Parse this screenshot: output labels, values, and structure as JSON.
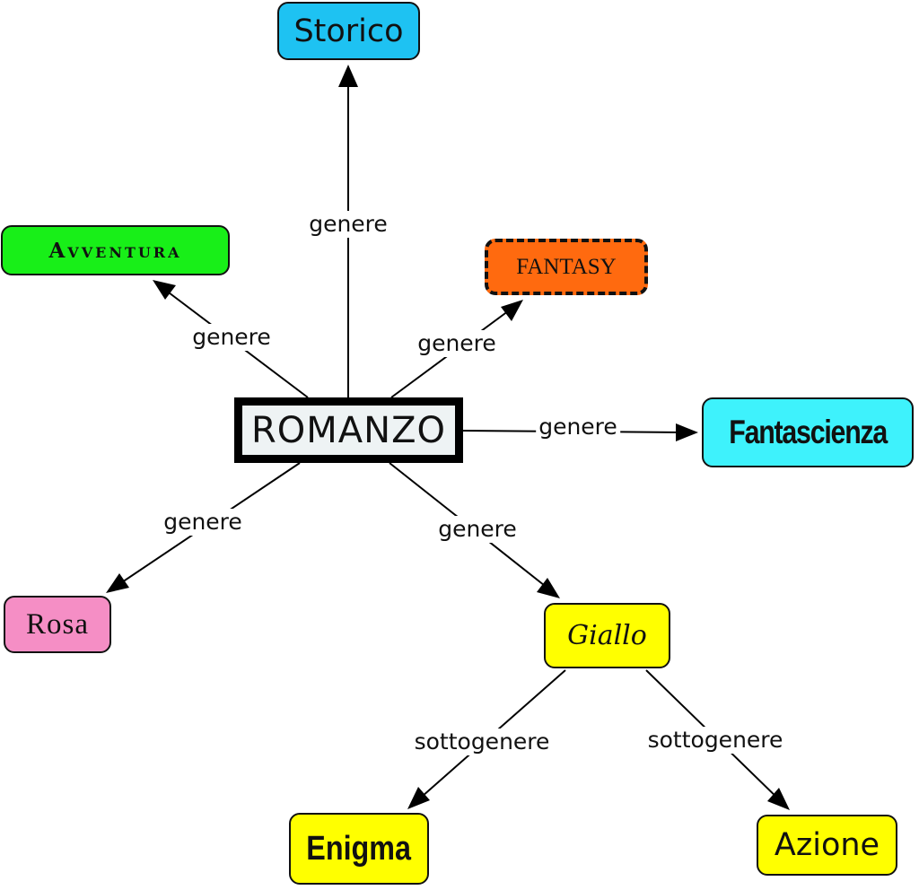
{
  "nodes": {
    "storico": "Storico",
    "avventura": "Avventura",
    "fantasy": "FANTASY",
    "romanzo": "ROMANZO",
    "fantascienza": "Fantascienza",
    "rosa": "Rosa",
    "giallo": "Giallo",
    "enigma": "Enigma",
    "azione": "Azione"
  },
  "links": {
    "storico": "genere",
    "avventura": "genere",
    "fantasy": "genere",
    "fantascienza": "genere",
    "rosa": "genere",
    "giallo": "genere",
    "enigma": "sottogenere",
    "azione": "sottogenere"
  },
  "colors": {
    "storico": "#1ec2f2",
    "avventura": "#18ef18",
    "fantasy": "#ff6a0f",
    "romanzo": "#eef3f4",
    "fantascienza": "#3ef2fc",
    "rosa": "#f58ec5",
    "giallo": "#ffff00",
    "enigma": "#ffff00",
    "azione": "#ffff00"
  }
}
